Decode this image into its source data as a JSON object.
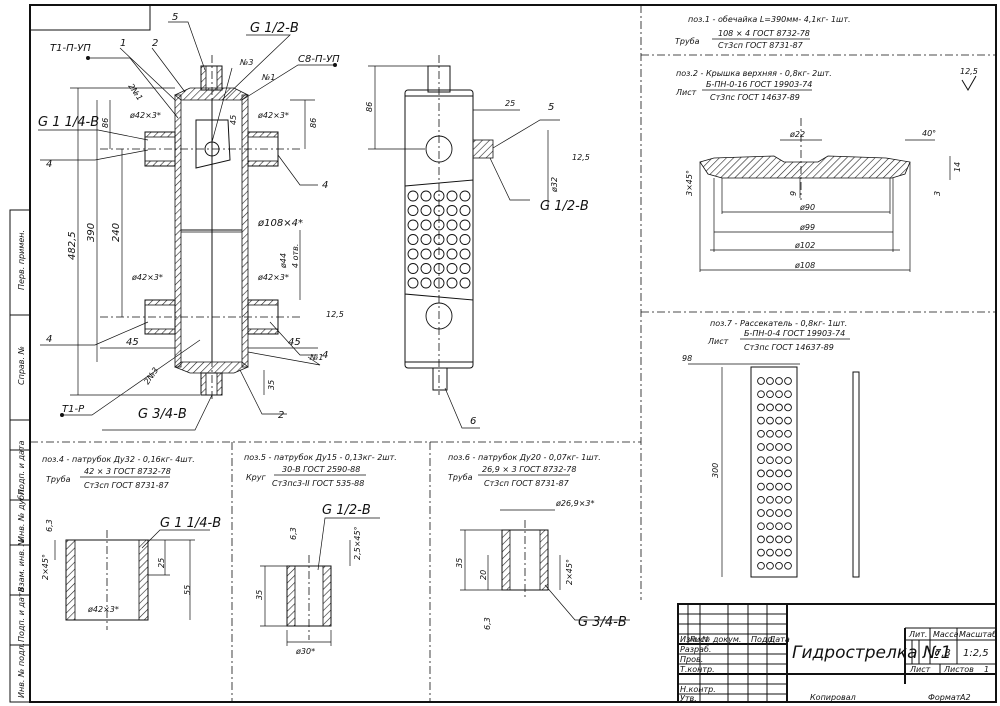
{
  "sheet": {
    "title": "Гидрострелка №1",
    "mass": "7,3",
    "scale": "1:2,5",
    "sheet_label": "Лист",
    "sheets_label": "Листов",
    "sheets_count": "1",
    "col_lit": "Лит.",
    "col_mass": "Масса",
    "col_scale": "Масштаб",
    "col_izm": "Изм.",
    "col_list": "Лист",
    "col_doc": "№ докум.",
    "col_sign": "Подп.",
    "col_date": "Дата",
    "row_razrab": "Разраб.",
    "row_prov": "Пров.",
    "row_tkontr": "Т.контр.",
    "row_nkontr": "Н.контр.",
    "row_utv": "Утв.",
    "copied": "Копировал",
    "format_label": "Формат",
    "format_value": "A2",
    "roughness_note": "12,5"
  },
  "side_stamps": [
    "Перв. примен.",
    "Справ. №",
    "Подп. и дата",
    "Инв. № дубл.",
    "Взам. инв. №",
    "Подп. и дата",
    "Инв. № подл."
  ],
  "main_view": {
    "lbl_t1pup": "Т1-П-УП",
    "lbl_1": "1",
    "lbl_2": "2",
    "lbl_5": "5",
    "lbl_g12v": "G 1/2-B",
    "lbl_n3": "№3",
    "lbl_n1a": "№1",
    "lbl_s8pup": "С8-П-УП",
    "lbl_g114": "G 1 1/4-B",
    "lbl_4a": "4",
    "lbl_4b": "4",
    "lbl_4c": "4",
    "lbl_4d": "4",
    "dim_42x3a": "ø42×3*",
    "dim_42x3b": "ø42×3*",
    "dim_42x3c": "ø42×3*",
    "dim_42x3d": "ø42×3*",
    "dim_86a": "86",
    "dim_86b": "86",
    "dim_482": "482,5",
    "dim_390": "390",
    "dim_240": "240",
    "dim_45a": "45",
    "dim_45b": "45",
    "dim_45c": "45",
    "dim_108": "ø108×4*",
    "dim_44": "ø44",
    "dim_4otv": "4 отв.",
    "dim_125": "12,5",
    "dim_35": "35",
    "lbl_n1b": "№1",
    "lbl_2n3": "2№3",
    "lbl_2n1": "2№1",
    "lbl_t1r": "Т1-Р",
    "lbl_g34v": "G 3/4-B",
    "lbl_2b": "2"
  },
  "side_view": {
    "dim_86": "86",
    "dim_25": "25",
    "lbl_5": "5",
    "dim_125": "12,5",
    "dim_32": "ø32",
    "lbl_g12v": "G 1/2-B",
    "lbl_6": "6"
  },
  "pos1": {
    "line1": "поз.1 - обечайка L=390мм- 4,1кг- 1шт.",
    "pipe": "Труба",
    "num": "108 × 4 ГОСТ 8732-78",
    "den": "Ст3сп ГОСТ 8731-87"
  },
  "pos2": {
    "line1": "поз.2 - Крышка верхняя - 0,8кг- 2шт.",
    "sheet": "Лист",
    "num": "Б-ПН-0-16 ГОСТ 19903-74",
    "den": "Ст3пс ГОСТ 14637-89",
    "d22": "ø22",
    "d90": "ø90",
    "d99": "ø99",
    "d102": "ø102",
    "d108": "ø108",
    "a40": "40°",
    "c3x45": "3×45°",
    "dim9": "9",
    "dim14": "14",
    "dim3": "3",
    "r125": "12,5"
  },
  "pos7": {
    "line1": "поз.7 - Рассекатель - 0,8кг- 1шт.",
    "sheet": "Лист",
    "num": "Б-ПН-0-4 ГОСТ 19903-74",
    "den": "Ст3пс ГОСТ 14637-89",
    "d98": "98",
    "d300": "300"
  },
  "pos4": {
    "line1": "поз.4 - патрубок Ду32 - 0,16кг- 4шт.",
    "pipe": "Труба",
    "num": "42 × 3 ГОСТ 8732-78",
    "den": "Ст3сп ГОСТ 8731-87",
    "thread": "G 1 1/4-B",
    "r63": "6,3",
    "c2x45": "2×45°",
    "d25": "25",
    "d55": "55",
    "d42": "ø42×3*"
  },
  "pos5": {
    "line1": "поз.5 - патрубок Ду15 - 0,13кг- 2шт.",
    "rod": "Круг",
    "num": "30-В ГОСТ 2590-88",
    "den": "Ст3пс3-II ГОСТ 535-88",
    "thread": "G 1/2-B",
    "r63": "6,3",
    "c25x45": "2,5×45°",
    "d35": "35",
    "d30": "ø30*"
  },
  "pos6": {
    "line1": "поз.6 - патрубок Ду20 - 0,07кг- 1шт.",
    "pipe": "Труба",
    "num": "26,9 × 3 ГОСТ 8732-78",
    "den": "Ст3сп ГОСТ 8731-87",
    "d269": "ø26,9×3*",
    "d35": "35",
    "d20": "20",
    "c2x45": "2×45°",
    "r63": "6,3",
    "thread": "G 3/4-B"
  }
}
